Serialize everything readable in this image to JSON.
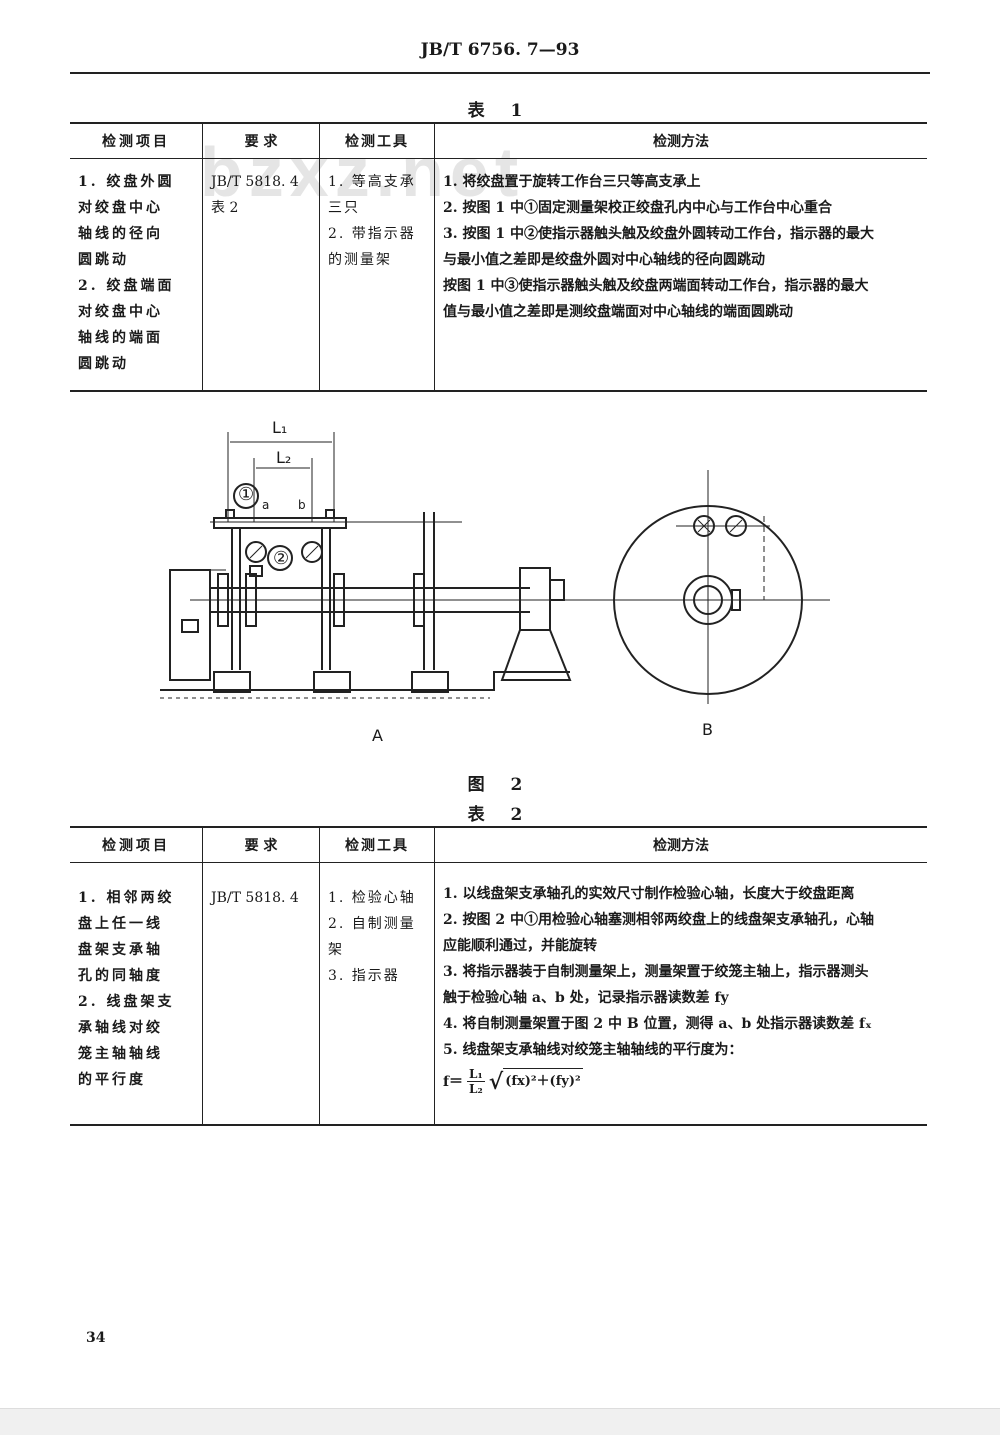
{
  "header": {
    "doc_code": "JB/T 6756. 7—93"
  },
  "table1": {
    "caption": "表 1",
    "headers": [
      "检测项目",
      "要 求",
      "检测工具",
      "检测方法"
    ],
    "row": {
      "items": [
        "1. 绞盘外圆",
        "对绞盘中心",
        "轴线的径向",
        "圆跳动",
        "2. 绞盘端面",
        "对绞盘中心",
        "轴线的端面",
        "圆跳动"
      ],
      "requirement": [
        "JB/T 5818. 4",
        "表 2"
      ],
      "tools": [
        "1. 等高支承",
        "三只",
        "2. 带指示器",
        "的测量架"
      ],
      "methods": [
        "1. 将绞盘置于旋转工作台三只等高支承上",
        "2. 按图 1 中①固定测量架校正绞盘孔内中心与工作台中心重合",
        "3. 按图 1 中②使指示器触头触及绞盘外圆转动工作台，指示器的最大",
        "与最小值之差即是绞盘外圆对中心轴线的径向圆跳动",
        "按图 1 中③使指示器触头触及绞盘两端面转动工作台，指示器的最大",
        "值与最小值之差即是测绞盘端面对中心轴线的端面圆跳动"
      ]
    }
  },
  "figure": {
    "labels": {
      "L1": "L₁",
      "L2": "L₂",
      "c1": "①",
      "c2": "②",
      "a": "a",
      "b": "b",
      "viewA": "A",
      "viewB": "B"
    },
    "caption": "图 2"
  },
  "table2": {
    "caption": "表 2",
    "headers": [
      "检测项目",
      "要 求",
      "检测工具",
      "检测方法"
    ],
    "row": {
      "items": [
        "1. 相邻两绞",
        "盘上任一线",
        "盘架支承轴",
        "孔的同轴度",
        "2. 线盘架支",
        "承轴线对绞",
        "笼主轴轴线",
        "的平行度"
      ],
      "requirement": [
        "JB/T 5818. 4"
      ],
      "tools": [
        "1. 检验心轴",
        "2. 自制测量",
        "架",
        "3. 指示器"
      ],
      "methods": [
        "1. 以线盘架支承轴孔的实效尺寸制作检验心轴，长度大于绞盘距离",
        "2. 按图 2 中①用检验心轴塞测相邻两绞盘上的线盘架支承轴孔，心轴",
        "应能顺利通过，并能旋转",
        "3. 将指示器装于自制测量架上，测量架置于绞笼主轴上，指示器测头",
        "触于检验心轴 a、b 处，记录指示器读数差 fy",
        "4. 将自制测量架置于图 2 中 B 位置，测得 a、b 处指示器读数差 fₓ",
        "5. 线盘架支承轴线对绞笼主轴轴线的平行度为："
      ],
      "formula": {
        "lhs": "f＝",
        "num": "L₁",
        "den": "L₂",
        "radicand": "(fx)²＋(fy)²"
      }
    }
  },
  "watermark": "bzxz.net",
  "page_number": "34"
}
